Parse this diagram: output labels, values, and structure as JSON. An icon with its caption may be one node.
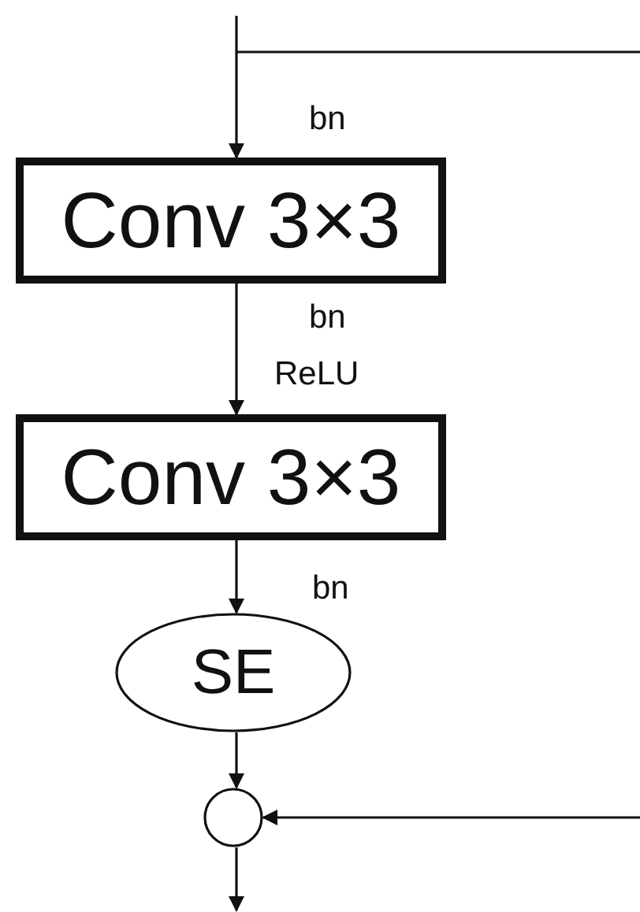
{
  "diagram": {
    "nodes": [
      {
        "text": [
          "Conv 3×3"
        ]
      },
      {
        "text": [
          "Conv 3×3"
        ]
      },
      {
        "text": [
          "SE"
        ]
      },
      {
        "text": [],
        "shape": "circle"
      }
    ],
    "edges": [
      {
        "from": null,
        "to": 0,
        "arrow": "to"
      },
      {
        "from": 0,
        "to": 1,
        "arrow": "to"
      },
      {
        "from": 1,
        "to": 2,
        "arrow": "to"
      },
      {
        "from": 2,
        "to": 3,
        "arrow": "to"
      },
      {
        "from": 3,
        "to": null,
        "arrow": "to"
      },
      {
        "from": null,
        "to": 3,
        "arrow": "to"
      }
    ],
    "labels": [
      "bn",
      "bn",
      "ReLU",
      "bn"
    ]
  }
}
